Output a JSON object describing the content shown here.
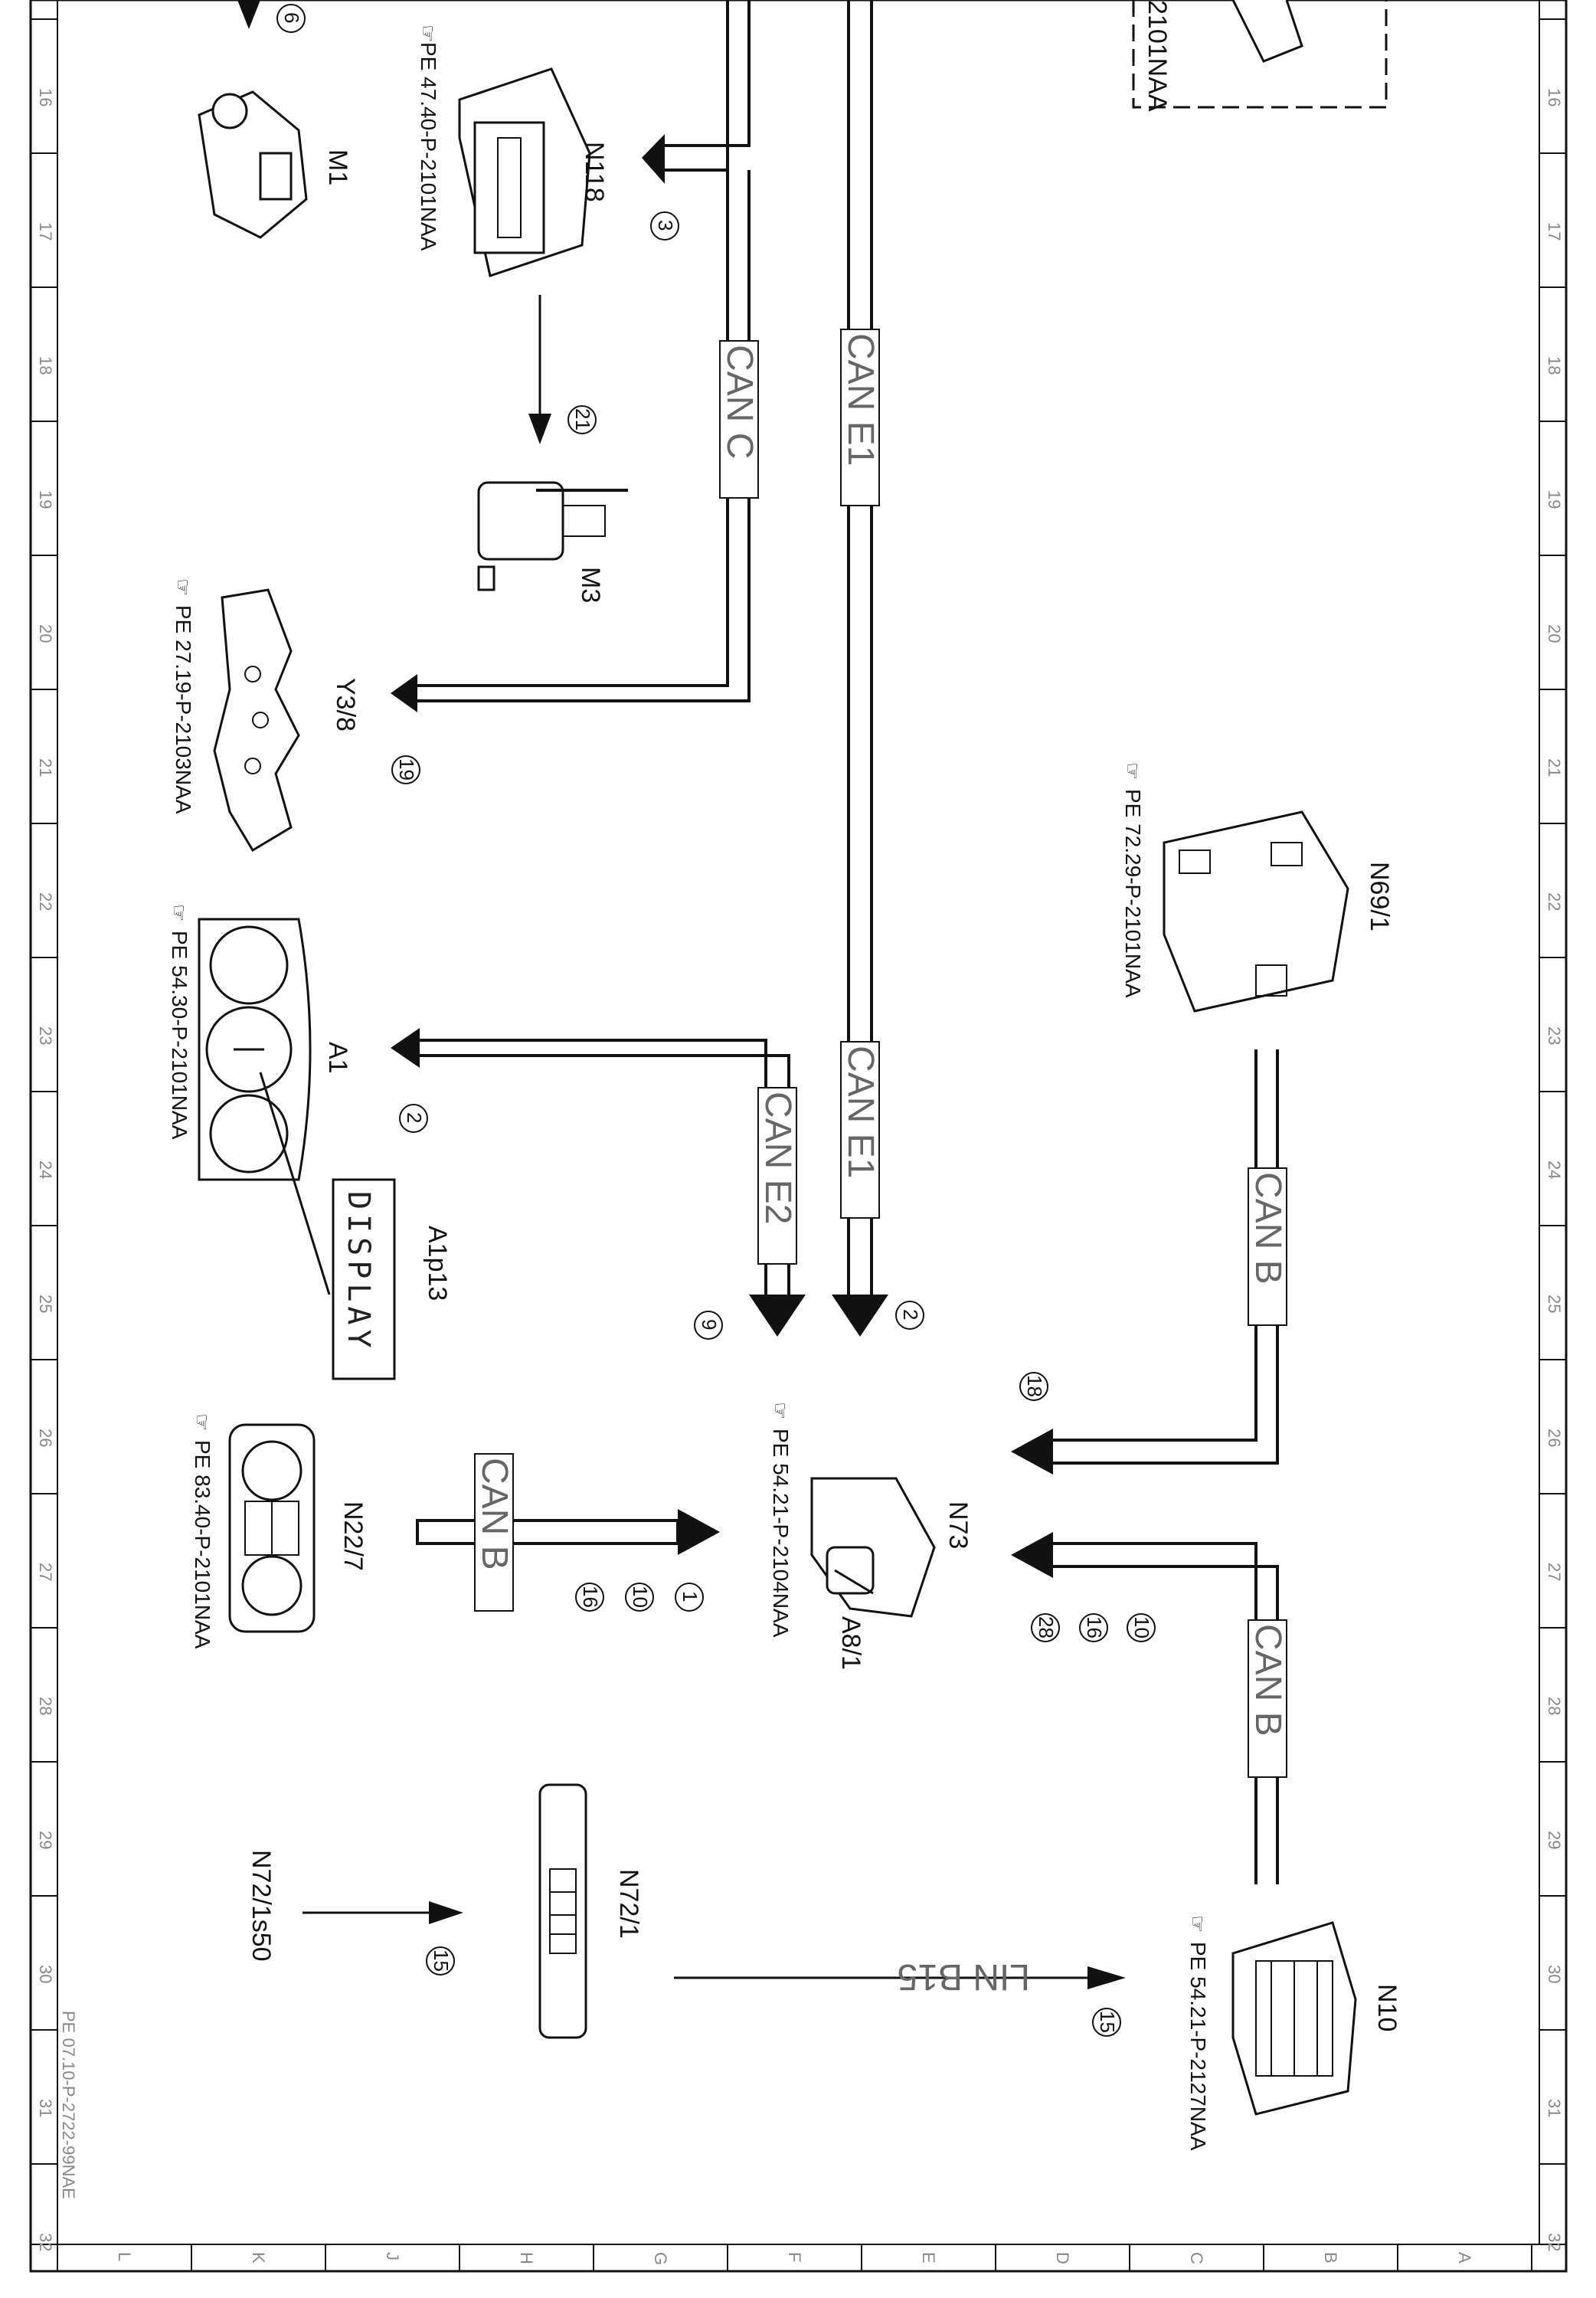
{
  "document_code": "PE 07.10-P-2722-99NAE",
  "row_numbers": [
    "16",
    "17",
    "18",
    "19",
    "20",
    "21",
    "22",
    "23",
    "24",
    "25",
    "26",
    "27",
    "28",
    "29",
    "30",
    "31",
    "32"
  ],
  "column_letters": [
    "L",
    "K",
    "J",
    "H",
    "G",
    "F",
    "E",
    "D",
    "C",
    "B",
    "A"
  ],
  "components": {
    "m1": "M1",
    "n118": "N118",
    "n118_ref": "PE 47.40-P-2101NAA",
    "m3": "M3",
    "y3_8": "Y3/8",
    "y3_8_ref": "PE 27.19-P-2103NAA",
    "a1": "A1",
    "a1_ref": "PE 54.30-P-2101NAA",
    "a1p13": "A1p13",
    "a1p13_display": "DISPLAY",
    "n22_7": "N22/7",
    "n22_7_ref": "PE 83.40-P-2101NAA",
    "n72_1": "N72/1",
    "n72_1s50": "N72/1s50",
    "n73": "N73",
    "a8_1": "A8/1",
    "n73_ref": "PE 54.21-P-2104NAA",
    "n69_1": "N69/1",
    "n69_1_ref": "PE 72.29-P-2101NAA",
    "n10": "N10",
    "n10_ref": "PE 54.21-P-2127NAA",
    "top_ref_partial": "2101NAA"
  },
  "buses": {
    "can_c": "CAN C",
    "can_e1": "CAN E1",
    "can_e2": "CAN E2",
    "can_b": "CAN B",
    "lin_b15": "LIN B15"
  },
  "signals": {
    "s6": "6",
    "s3": "3",
    "s21": "21",
    "s19": "19",
    "s2a": "2",
    "s2b": "2",
    "s9": "9",
    "s18": "18",
    "s1": "1",
    "s10a": "10",
    "s16a": "16",
    "s10b": "10",
    "s16b": "16",
    "s28": "28",
    "s15a": "15",
    "s15b": "15"
  }
}
